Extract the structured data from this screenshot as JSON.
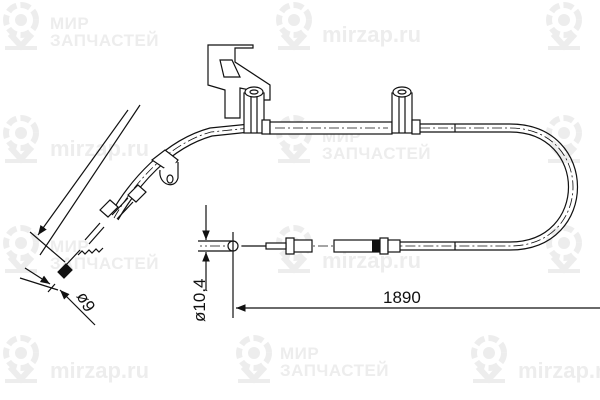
{
  "drawing": {
    "subject": "parking brake cable",
    "dimensions": {
      "length_label": "1890",
      "outer_diameter_label": "ø10,4",
      "end_diameter_label": "ø9"
    }
  },
  "watermarks": {
    "brand_two_line": {
      "line1": "МИР",
      "line2": "ЗАПЧАСТЕЙ"
    },
    "brand_domain": "mirzap.ru",
    "color": "#ededed"
  },
  "colors": {
    "line": "#111111",
    "background": "#ffffff"
  }
}
